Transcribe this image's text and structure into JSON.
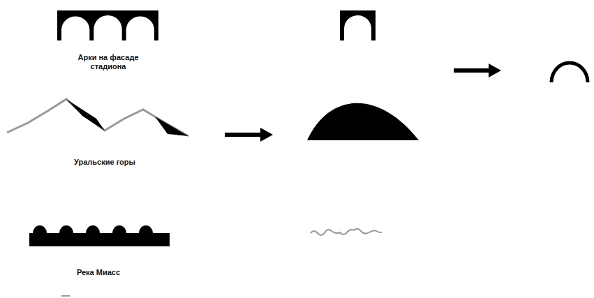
{
  "diagram": {
    "labels": [
      "Арки на фасаде стадиона",
      "Уральские горы",
      "Река Миасс"
    ]
  }
}
